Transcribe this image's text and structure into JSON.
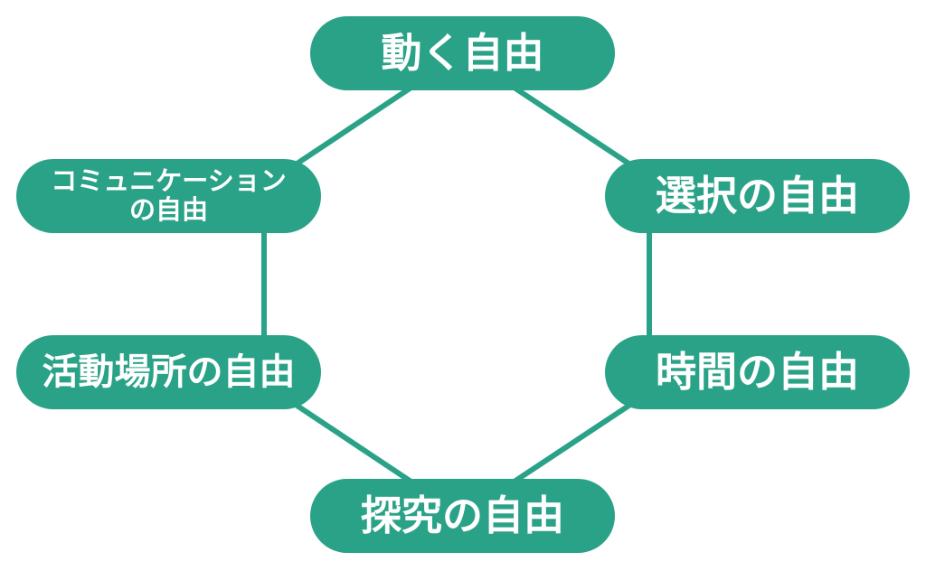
{
  "diagram": {
    "accent_color": "#2aa287",
    "text_color": "#ffffff",
    "background_color": "#ffffff",
    "shape": "six rounded pills arranged in a hexagon ring connected by lines",
    "nodes": {
      "top": {
        "label": "動く自由"
      },
      "upper_left": {
        "label": "コミュニケーション\nの自由"
      },
      "upper_right": {
        "label": "選択の自由"
      },
      "lower_left": {
        "label": "活動場所の自由"
      },
      "lower_right": {
        "label": "時間の自由"
      },
      "bottom": {
        "label": "探究の自由"
      }
    },
    "edges": [
      {
        "from": "動く自由",
        "to": "コミュニケーションの自由"
      },
      {
        "from": "動く自由",
        "to": "選択の自由"
      },
      {
        "from": "コミュニケーションの自由",
        "to": "活動場所の自由"
      },
      {
        "from": "選択の自由",
        "to": "時間の自由"
      },
      {
        "from": "活動場所の自由",
        "to": "探究の自由"
      },
      {
        "from": "時間の自由",
        "to": "探究の自由"
      }
    ]
  }
}
